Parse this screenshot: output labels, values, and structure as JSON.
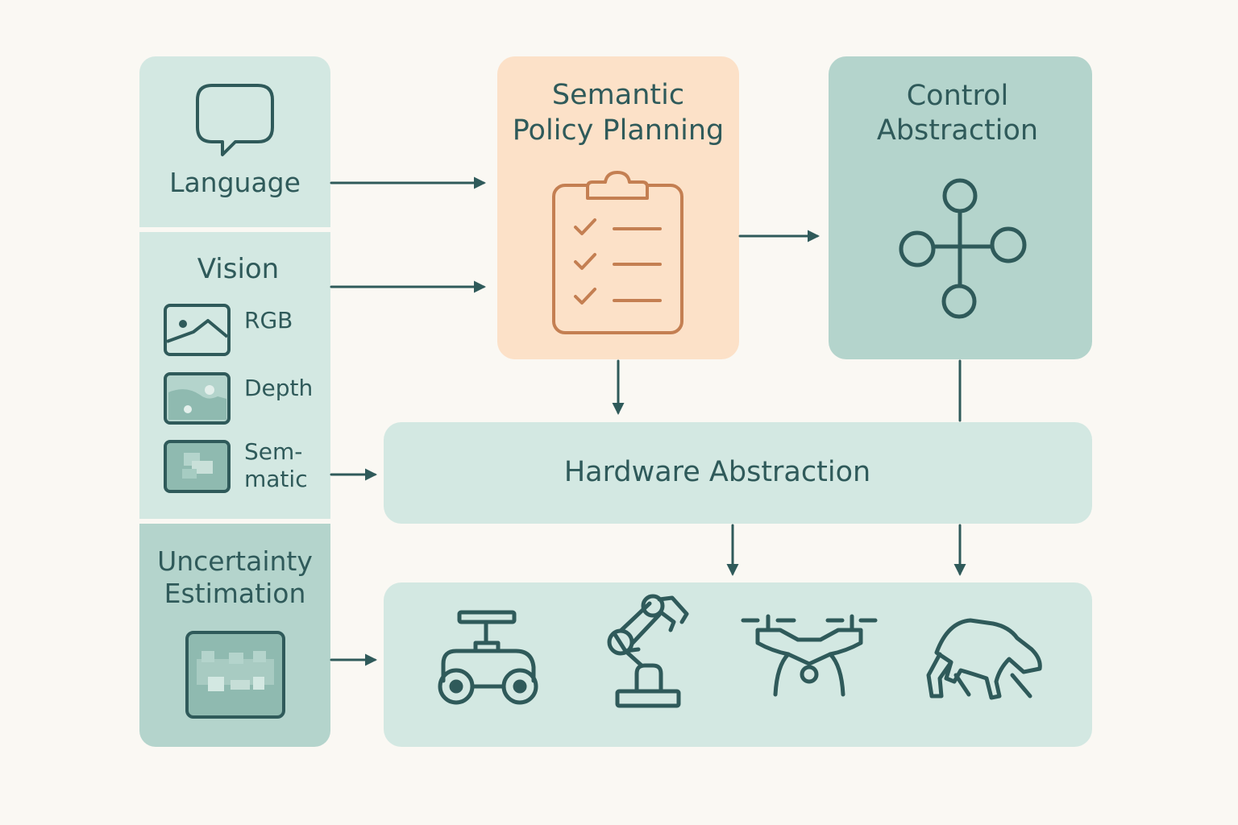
{
  "colors": {
    "background": "#faf8f3",
    "light_teal": "#d3e8e2",
    "mid_teal": "#b4d4cc",
    "peach": "#fce1c8",
    "ink": "#2f5a5a",
    "peach_ink": "#c47f52"
  },
  "inputs": {
    "language": {
      "label": "Language",
      "icon": "speech-bubble-icon"
    },
    "vision": {
      "label": "Vision",
      "items": [
        {
          "label": "RGB",
          "icon": "image-icon"
        },
        {
          "label": "Depth",
          "icon": "depth-map-icon"
        },
        {
          "label_line1": "Sem-",
          "label_line2": "matic",
          "icon": "semantic-map-icon"
        }
      ]
    },
    "uncertainty": {
      "label_line1": "Uncertainty",
      "label_line2": "Estimation",
      "icon": "uncertainty-map-icon"
    }
  },
  "semantic_policy": {
    "title_line1": "Semantic",
    "title_line2": "Policy Planning",
    "icon": "clipboard-checklist-icon"
  },
  "control": {
    "title_line1": "Control",
    "title_line2": "Abstraction",
    "icon": "node-graph-icon"
  },
  "hardware": {
    "title": "Hardware Abstraction"
  },
  "robots": [
    {
      "icon": "wheeled-robot-icon"
    },
    {
      "icon": "robot-arm-icon"
    },
    {
      "icon": "drone-icon"
    },
    {
      "icon": "quadruped-robot-icon"
    }
  ]
}
